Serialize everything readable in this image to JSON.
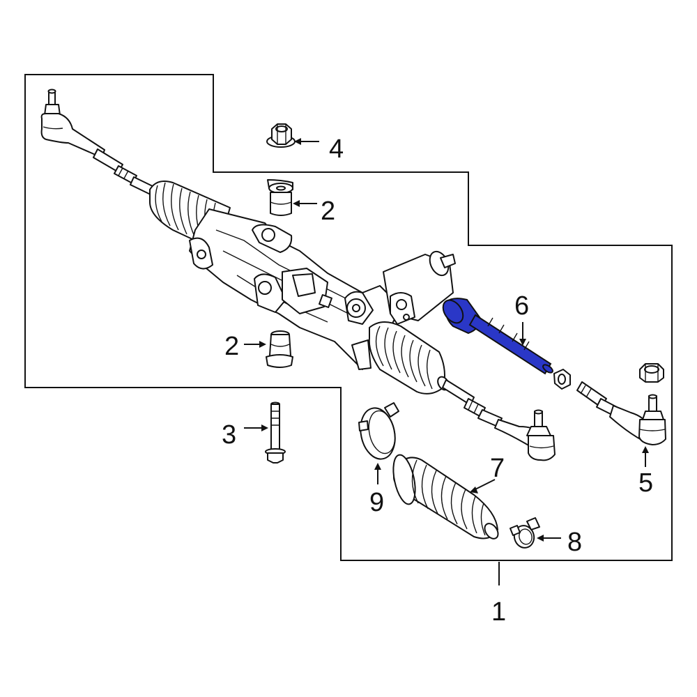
{
  "diagram": {
    "highlight_color": "#2a37c7",
    "line_color": "#111111",
    "callouts": {
      "c1": "1",
      "c2_upper": "2",
      "c2_lower": "2",
      "c3": "3",
      "c4": "4",
      "c5": "5",
      "c6": "6",
      "c7": "7",
      "c8": "8",
      "c9": "9"
    },
    "parts": {
      "p1": "steering-gear-assembly",
      "p2": "mount-bushing",
      "p3": "bolt",
      "p4": "nut",
      "p5": "outer-tie-rod-end",
      "p6": "inner-tie-rod",
      "p7": "rack-boot",
      "p8": "boot-clamp-small",
      "p9": "boot-clamp-large"
    }
  }
}
